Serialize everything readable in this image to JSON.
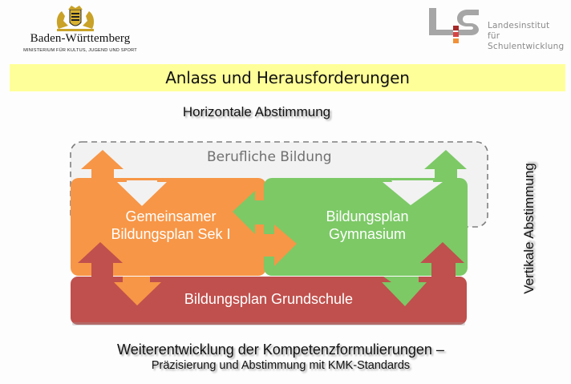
{
  "header": {
    "left_logo": {
      "name": "Baden-Württemberg",
      "subtitle": "MINISTERIUM FÜR KULTUS, JUGEND UND SPORT"
    },
    "right_logo": {
      "mark": "LS",
      "line1": "Landesinstitut",
      "line2": "für Schulentwicklung"
    }
  },
  "title": "Anlass und Herausforderungen",
  "labels": {
    "horizontal": "Horizontale Abstimmung",
    "vertical": "Vertikale Abstimmung"
  },
  "diagram": {
    "outer_dashed": {
      "label": "Berufliche Bildung",
      "color": "#f2f2f2",
      "border": "#7f7f7f"
    },
    "boxes": [
      {
        "id": "sek1",
        "line1": "Gemeinsamer",
        "line2": "Bildungsplan Sek I",
        "color": "#f79646"
      },
      {
        "id": "gym",
        "line1": "Bildungsplan",
        "line2": "Gymnasium",
        "color": "#7cc966"
      },
      {
        "id": "gs",
        "line1": "Bildungsplan Grundschule",
        "color": "#c0504d"
      }
    ]
  },
  "footer": {
    "line1": "Weiterentwicklung der Kompetenzformulierungen –",
    "line2": "Präzisierung und Abstimmung mit KMK-Standards"
  },
  "colors": {
    "banner": "#ffff99",
    "orange": "#f79646",
    "green": "#7cc966",
    "red": "#c0504d",
    "lis_gray": "#a6a6a6",
    "lis_red": "#c0392b",
    "lis_orange": "#f0913a"
  }
}
